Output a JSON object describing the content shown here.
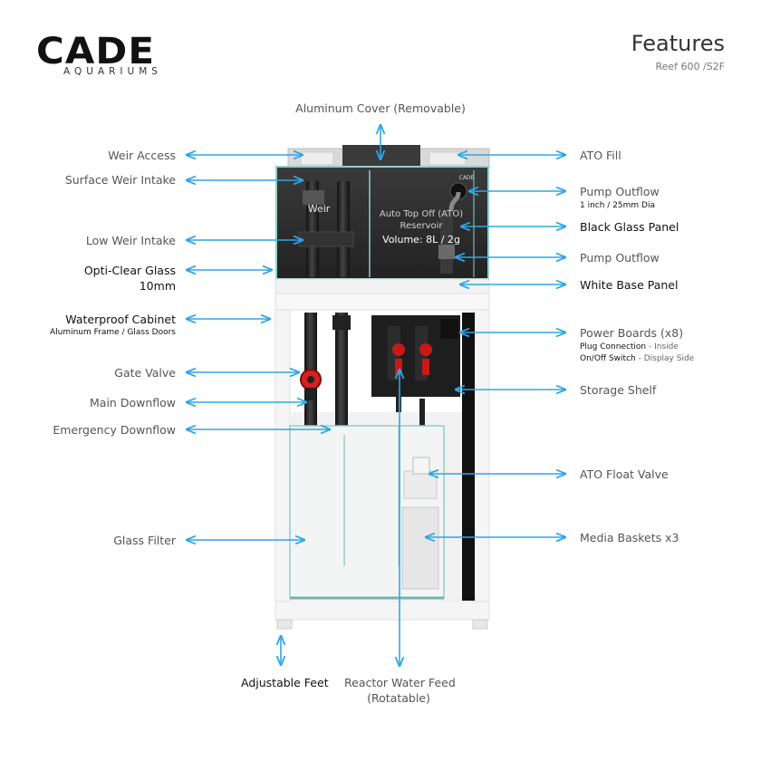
{
  "brand": {
    "name": "CADE",
    "sub": "AQUARIUMS"
  },
  "header": {
    "title": "Features",
    "model": "Reef 600 /S2F"
  },
  "tank_text": {
    "weir": "Weir",
    "ato_line1": "Auto Top Off (ATO)",
    "ato_line2": "Reservoir",
    "volume": "Volume: 8L / 2g",
    "logo_small": "CADE"
  },
  "labels": {
    "aluminum_cover": "Aluminum Cover (Removable)",
    "weir_access": "Weir Access",
    "surface_weir_intake": "Surface Weir Intake",
    "low_weir_intake": "Low Weir Intake",
    "opti_clear_glass": "Opti-Clear Glass",
    "opti_clear_glass_sub": "10mm",
    "waterproof_cabinet": "Waterproof Cabinet",
    "waterproof_cabinet_sub": "Aluminum Frame / Glass Doors",
    "gate_valve": "Gate Valve",
    "main_downflow": "Main Downflow",
    "emergency_downflow": "Emergency Downflow",
    "glass_filter": "Glass Filter",
    "adjustable_feet": "Adjustable Feet",
    "reactor_water_feed_1": "Reactor Water Feed",
    "reactor_water_feed_2": "(Rotatable)",
    "ato_fill": "ATO Fill",
    "pump_outflow_top": "Pump Outflow",
    "pump_outflow_top_sub": "1 inch / 25mm Dia",
    "black_glass_panel": "Black Glass Panel",
    "pump_outflow": "Pump Outflow",
    "white_base_panel": "White Base Panel",
    "power_boards": "Power Boards (x8)",
    "power_boards_sub1_a": "Plug Connection",
    "power_boards_sub1_b": " - Inside",
    "power_boards_sub2_a": "On/Off Switch",
    "power_boards_sub2_b": " - Display Side",
    "storage_shelf": "Storage Shelf",
    "ato_float_valve": "ATO Float Valve",
    "media_baskets": "Media Baskets x3"
  },
  "colors": {
    "arrow": "#2ea6e6",
    "glass_edge": "#8fd0c8",
    "valve": "#d42020",
    "panel_dark": "#2b2b2b"
  }
}
